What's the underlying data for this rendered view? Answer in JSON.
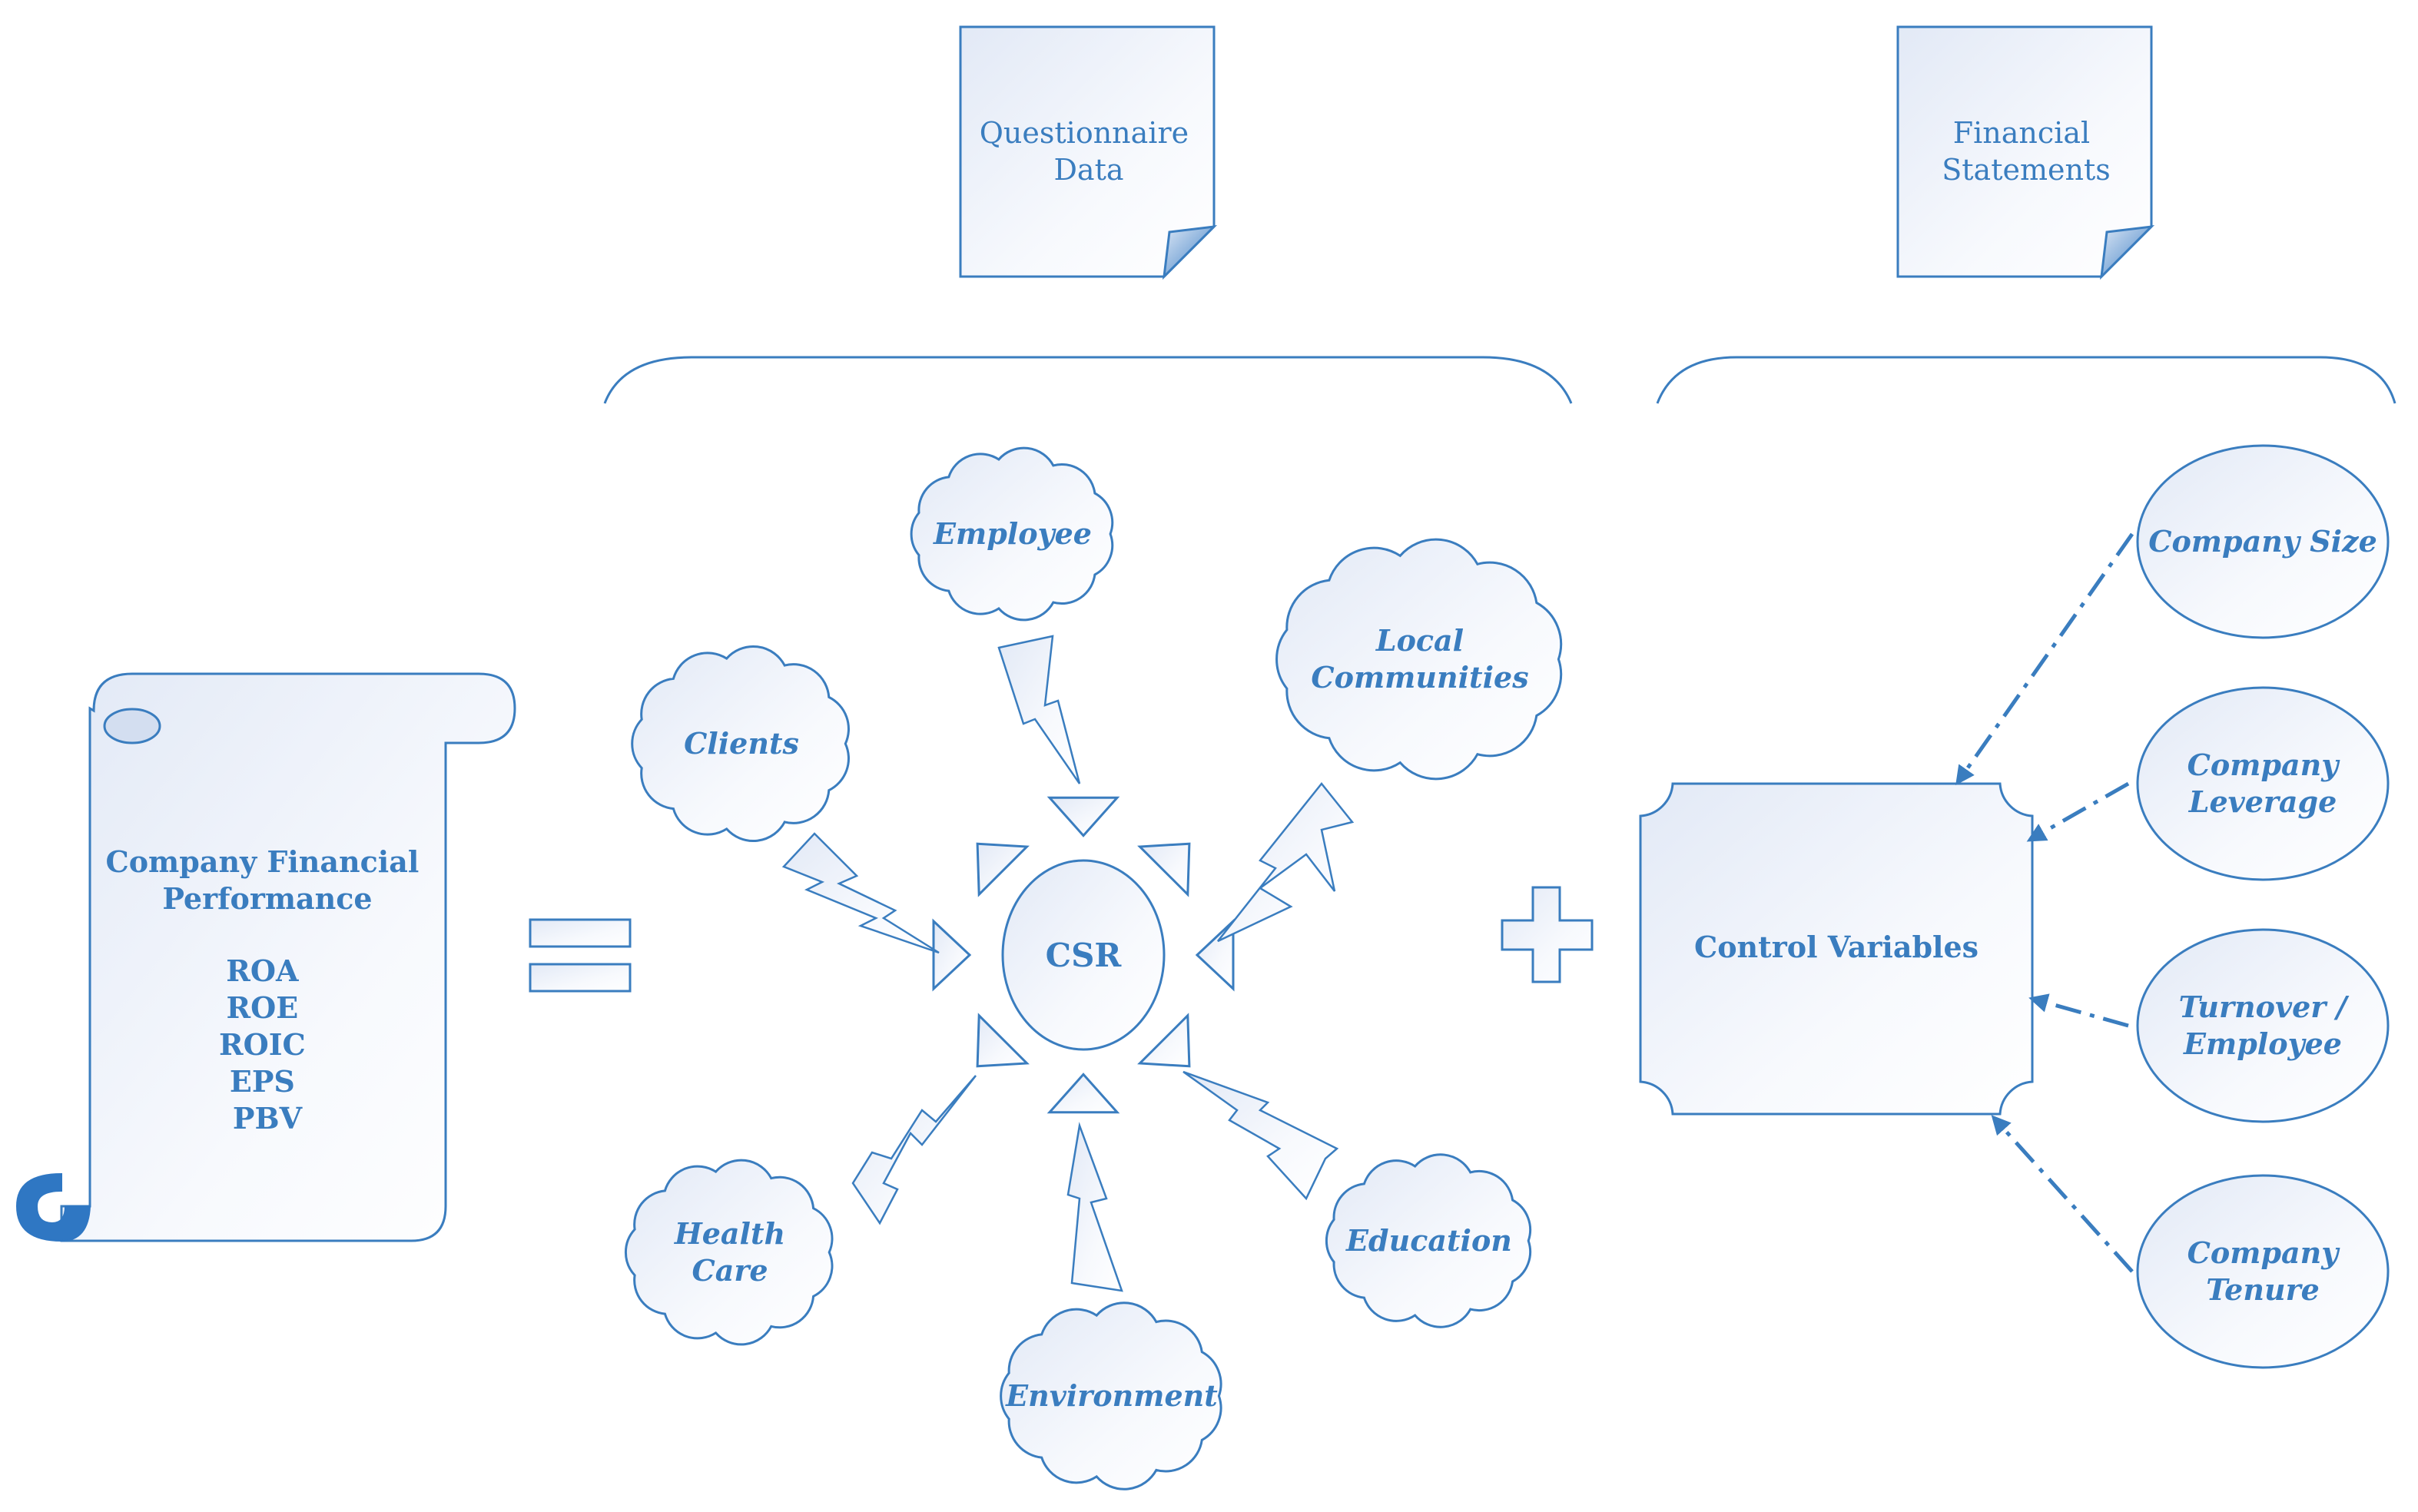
{
  "sources": {
    "questionnaire": [
      "Questionnaire",
      "Data"
    ],
    "financial": [
      "Financial",
      "Statements"
    ]
  },
  "performance": {
    "title": [
      "Company Financial",
      "Performance"
    ],
    "metrics": [
      "ROA",
      "ROE",
      "ROIC",
      "EPS",
      "PBV"
    ]
  },
  "csr": {
    "center": "CSR",
    "stakeholders": [
      {
        "id": "employee",
        "lines": [
          "Employee"
        ]
      },
      {
        "id": "local-communities",
        "lines": [
          "Local",
          "Communities"
        ]
      },
      {
        "id": "clients",
        "lines": [
          "Clients"
        ]
      },
      {
        "id": "health-care",
        "lines": [
          "Health",
          "Care"
        ]
      },
      {
        "id": "environment",
        "lines": [
          "Environment"
        ]
      },
      {
        "id": "education",
        "lines": [
          "Education"
        ]
      }
    ]
  },
  "controls": {
    "title": "Control Variables",
    "variables": [
      {
        "id": "company-size",
        "lines": [
          "Company Size"
        ]
      },
      {
        "id": "company-leverage",
        "lines": [
          "Company",
          "Leverage"
        ]
      },
      {
        "id": "turnover-employee",
        "lines": [
          "Turnover /",
          "Employee"
        ]
      },
      {
        "id": "company-tenure",
        "lines": [
          "Company",
          "Tenure"
        ]
      }
    ]
  },
  "colors": {
    "stroke": "#3a7dbf",
    "fill_light": "#f4f7fd",
    "fill_shade": "#e2e9f6",
    "accent": "#3d7fc4"
  },
  "icons": [
    "document-icon",
    "scroll-icon",
    "cloud-icon",
    "lightning-bolt-icon",
    "sun-icon",
    "equals-sign-icon",
    "plus-sign-icon",
    "plaque-icon",
    "oval-icon",
    "dash-dot-arrow-icon"
  ]
}
